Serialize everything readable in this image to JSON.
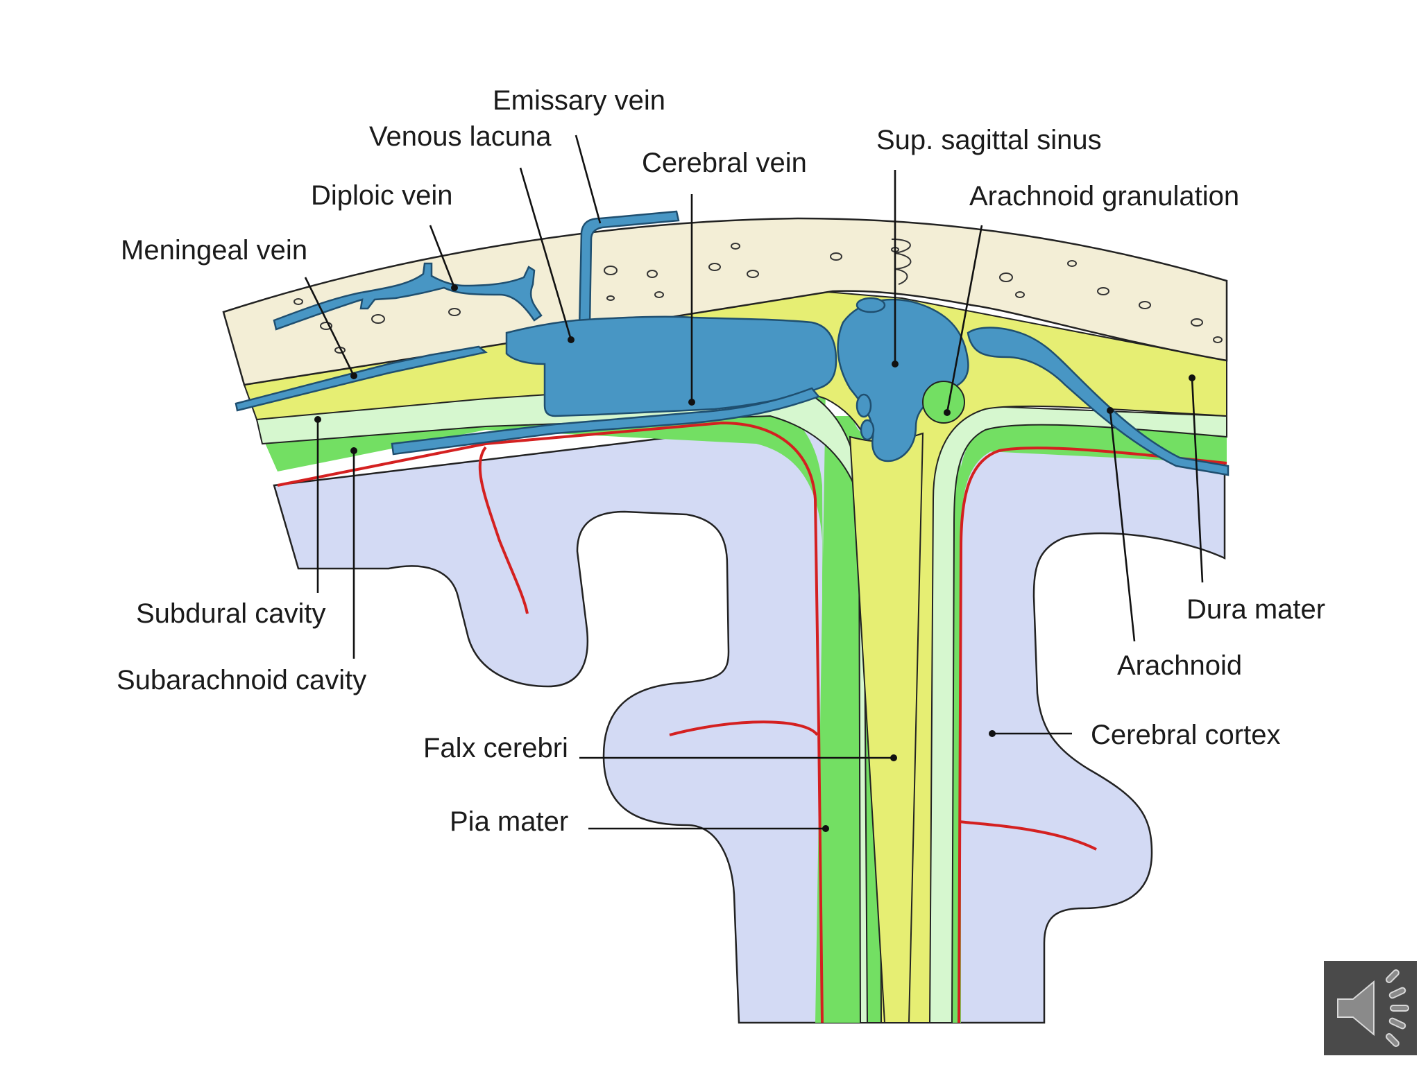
{
  "diagram": {
    "labels": {
      "emissary_vein": "Emissary vein",
      "venous_lacuna": "Venous lacuna",
      "cerebral_vein": "Cerebral vein",
      "sup_sagittal_sinus": "Sup. sagittal sinus",
      "arachnoid_granulation": "Arachnoid granulation",
      "diploic_vein": "Diploic vein",
      "meningeal_vein": "Meningeal vein",
      "subdural_cavity": "Subdural cavity",
      "subarachnoid_cavity": "Subarachnoid cavity",
      "dura_mater": "Dura mater",
      "arachnoid": "Arachnoid",
      "cerebral_cortex": "Cerebral cortex",
      "falx_cerebri": "Falx cerebri",
      "pia_mater": "Pia mater"
    },
    "colors": {
      "bone": "#f3eed6",
      "dura": "#e6ee73",
      "arachnoid": "#d6f7cf",
      "subarachnoid": "#73df63",
      "cortex": "#d3daf4",
      "pia": "#d42020",
      "vein": "#4896c4",
      "vein_outline": "#1f4f70"
    }
  },
  "controls": {
    "audio_icon": "speaker-icon"
  }
}
